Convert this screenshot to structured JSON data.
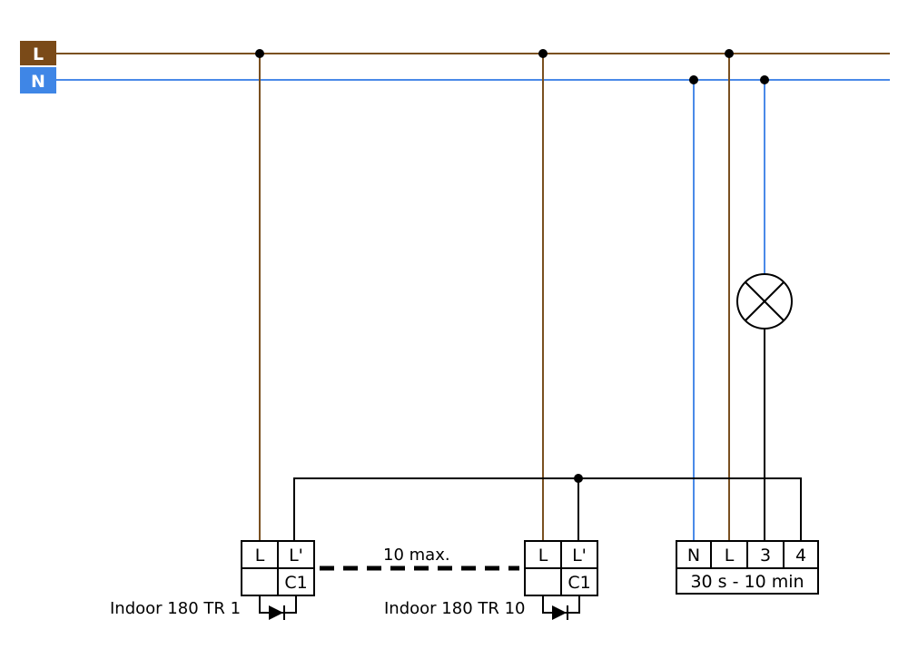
{
  "rails": {
    "live_label": "L",
    "neutral_label": "N"
  },
  "colors": {
    "live": "#7a5020",
    "neutral": "#4a8ae8",
    "control": "#000000",
    "live_tag_bg": "#7a4a18",
    "neutral_tag_bg": "#3f86e6"
  },
  "detector_1": {
    "terminal_l": "L",
    "terminal_lp": "L'",
    "terminal_c1": "C1",
    "caption": "Indoor 180 TR 1"
  },
  "detector_10": {
    "terminal_l": "L",
    "terminal_lp": "L'",
    "terminal_c1": "C1",
    "caption": "Indoor 180 TR 10"
  },
  "link": {
    "label": "10 max."
  },
  "timer": {
    "terminal_n": "N",
    "terminal_l": "L",
    "terminal_3": "3",
    "terminal_4": "4",
    "range": "30 s - 10 min"
  },
  "icons": {
    "lamp": "lamp-icon",
    "pushbutton": "pushbutton-icon"
  }
}
